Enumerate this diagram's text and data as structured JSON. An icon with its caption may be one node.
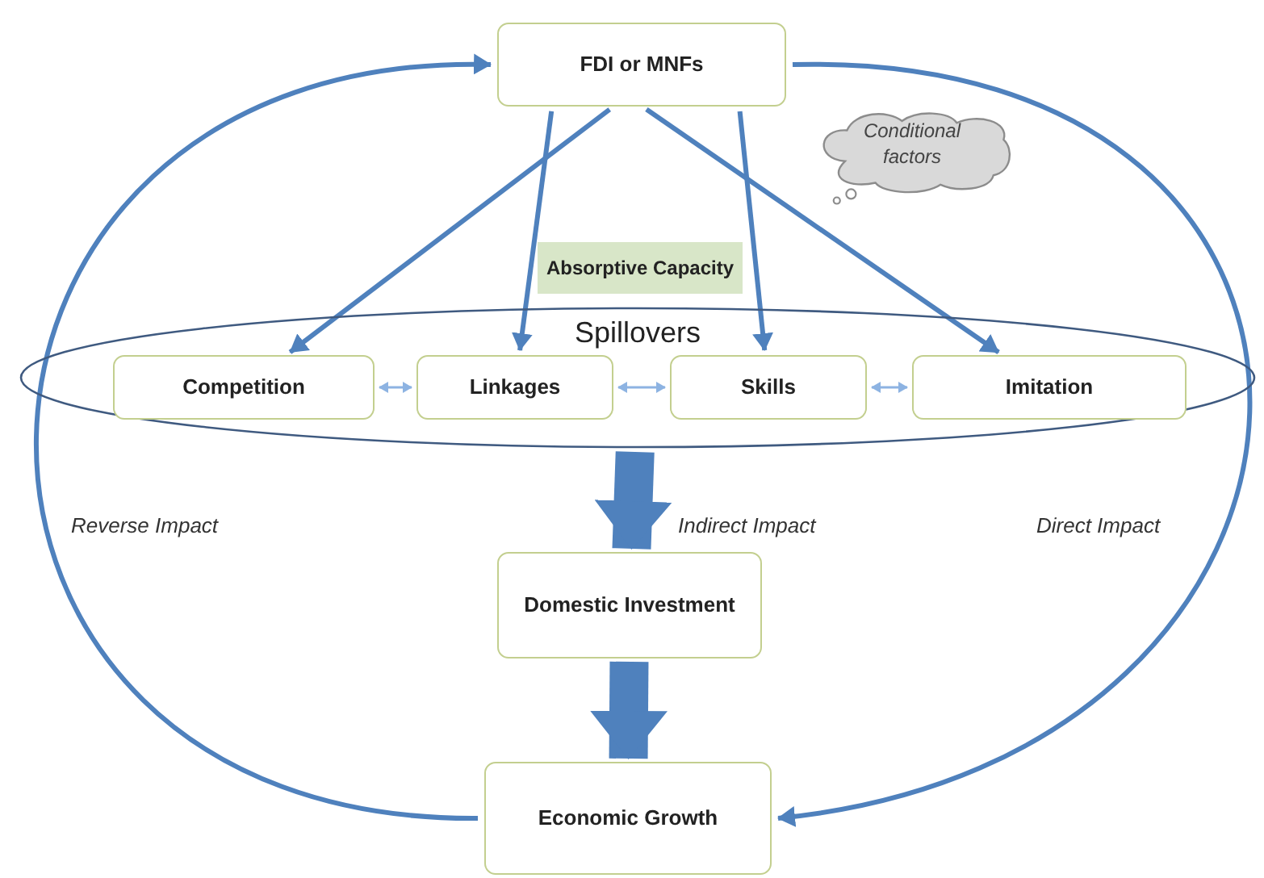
{
  "diagram": {
    "nodes": [
      {
        "text": [
          "FDI or MNFs"
        ]
      },
      {
        "text": [
          "Conditional factors"
        ]
      },
      {
        "text": [
          "Absorptive Capacity"
        ]
      },
      {
        "text": [
          "Spillovers"
        ]
      },
      {
        "text": [
          "Competition"
        ],
        "in": 3
      },
      {
        "text": [
          "Linkages"
        ],
        "in": 3
      },
      {
        "text": [
          "Skills"
        ],
        "in": 3
      },
      {
        "text": [
          "Imitation"
        ],
        "in": 3
      },
      {
        "text": [
          "Domestic Investment"
        ]
      },
      {
        "text": [
          "Economic Growth"
        ]
      }
    ],
    "edges": [
      {
        "from": 0,
        "to": 4,
        "arrow": "to"
      },
      {
        "from": 0,
        "to": 5,
        "arrow": "to"
      },
      {
        "from": 0,
        "to": 6,
        "arrow": "to"
      },
      {
        "from": 0,
        "to": 7,
        "arrow": "to"
      },
      {
        "from": 4,
        "to": 5,
        "arrow": "both",
        "color": "#8db3e2"
      },
      {
        "from": 5,
        "to": 6,
        "arrow": "both",
        "color": "#8db3e2"
      },
      {
        "from": 6,
        "to": 7,
        "arrow": "both",
        "color": "#8db3e2"
      },
      {
        "from": 3,
        "to": 8,
        "arrow": "to",
        "style": "thick",
        "label": "Indirect Impact"
      },
      {
        "from": 8,
        "to": 9,
        "arrow": "to",
        "style": "thick"
      },
      {
        "from": 0,
        "to": 9,
        "arrow": "to",
        "label": "Direct Impact"
      },
      {
        "from": 9,
        "to": 0,
        "arrow": "to",
        "label": "Reverse Impact"
      }
    ]
  }
}
